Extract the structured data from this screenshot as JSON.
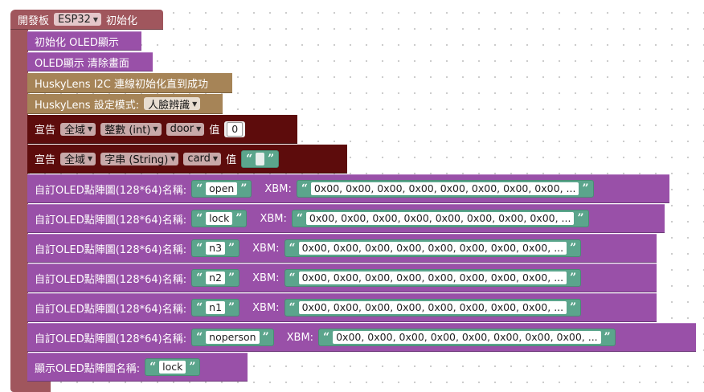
{
  "hat": {
    "label_pre": "開發板",
    "board": "ESP32",
    "label_post": "初始化"
  },
  "blocks": {
    "oled_init": "初始化 OLED顯示",
    "oled_clear": "OLED顯示 清除畫面",
    "husky_connect": "HuskyLens I2C 連線初始化直到成功",
    "husky_mode_label": "HuskyLens 設定模式:",
    "husky_mode_value": "人臉辨識"
  },
  "declare1": {
    "label": "宣告",
    "scope": "全域",
    "type": "整數 (int)",
    "name": "door",
    "value_label": "值",
    "value": "0"
  },
  "declare2": {
    "label": "宣告",
    "scope": "全域",
    "type": "字串 (String)",
    "name": "card",
    "value_label": "值"
  },
  "bitmap_label": "自訂OLED點陣圖(128*64)名稱:",
  "xbm_label": "XBM:",
  "xbm_value": "0x00, 0x00, 0x00, 0x00, 0x00, 0x00, 0x00, 0x00, ...",
  "bitmaps": [
    {
      "name": "open"
    },
    {
      "name": "lock"
    },
    {
      "name": "n3"
    },
    {
      "name": "n2"
    },
    {
      "name": "n1"
    },
    {
      "name": "noperson"
    }
  ],
  "show_bitmap": {
    "label": "顯示OLED點陣圖名稱:",
    "name": "lock"
  },
  "colors": {
    "hat": "#a0565d",
    "oled": "#9950a8",
    "husky": "#a68457",
    "declare": "#5d0c0c",
    "string": "#5ba58c"
  }
}
